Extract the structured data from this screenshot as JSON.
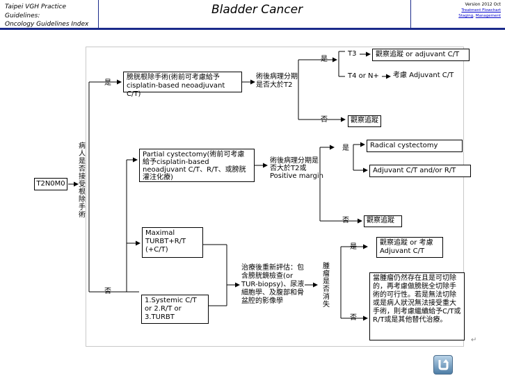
{
  "header": {
    "left_lines": [
      "Taipei VGH Practice",
      "Guidelines:",
      "Oncology Guidelines Index"
    ],
    "title": "Bladder Cancer",
    "version": "Version 2012 Oct",
    "links": [
      "Treatment Flowchart",
      "Staging",
      "Management"
    ]
  },
  "diagram": {
    "stage": "T2N0M0",
    "root_question": "病人是否接受根除手術",
    "yes": "是",
    "no": "否",
    "cystectomy_box": "膀胱根除手術(術前可考慮給予cisplatin-based neoadjuvant C/T)",
    "path_q1": "術後病理分期是否大於T2",
    "t3": "T3",
    "t4": "T4 or N+",
    "t3_result": "觀察追蹤 or adjuvant C/T",
    "t4_result": "考慮 Adjuvant C/T",
    "obs1": "觀察追蹤",
    "partial_box": "Partial cystectomy(術前可考慮給予cisplatin-based neoadjuvant C/T、R/T、或膀胱灌注化療)",
    "path_q2": "術後病理分期是否大於T2或Positive margin",
    "radical": "Radical cystectomy",
    "adj_ct_rt": "Adjuvant C/T and/or R/T",
    "obs2": "觀察追蹤",
    "maximal_box": "Maximal TURBT+R/T (+C/T)",
    "systemic_box": "1.Systemic C/T or 2.R/T or 3.TURBT",
    "reeval": "治療後重新評估：包含膀胱鏡檢查(or TUR-biopsy)、尿液細胞學、及腹部和骨盆腔的影像學",
    "tumor_q": "腫瘤是否消失",
    "obs_adj": "觀察追蹤 or 考慮Adjuvant C/T",
    "residual": "當腫瘤仍然存在且是可切除的，再考慮做膀胱全切除手術的可行性。若是無法切除或是病人狀況無法接受重大手術，則考慮繼續給予C/T或R/T或是其他替代治療。",
    "end_mark": "↵"
  }
}
